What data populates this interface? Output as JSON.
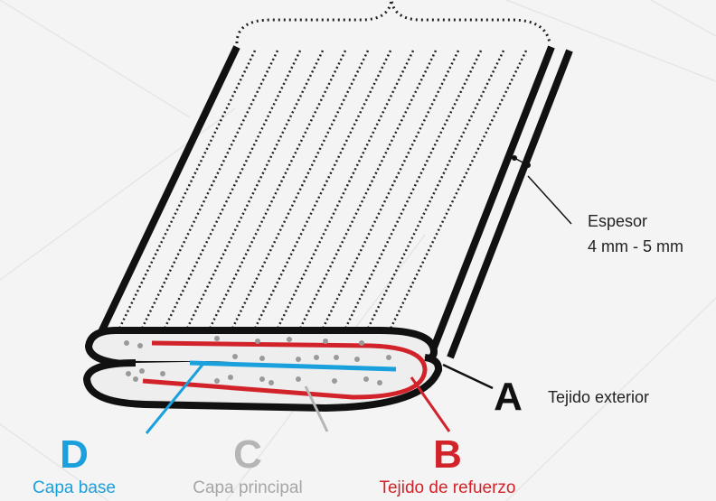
{
  "thickness": {
    "label": "Espesor",
    "value": "4 mm - 5 mm"
  },
  "layers": [
    {
      "letter": "A",
      "name": "Tejido exterior",
      "color": "#111111"
    },
    {
      "letter": "B",
      "name": "Tejido de refuerzo",
      "color": "#d2232a"
    },
    {
      "letter": "C",
      "name": "Capa principal",
      "color": "#b5b5b5"
    },
    {
      "letter": "D",
      "name": "Capa base",
      "color": "#1aa0dc"
    }
  ],
  "colors": {
    "background": "#f4f4f4",
    "outline": "#111111",
    "fill": "#eeeeee",
    "dots": "#9a9a9a",
    "caption_c": "#a6a6a6"
  }
}
